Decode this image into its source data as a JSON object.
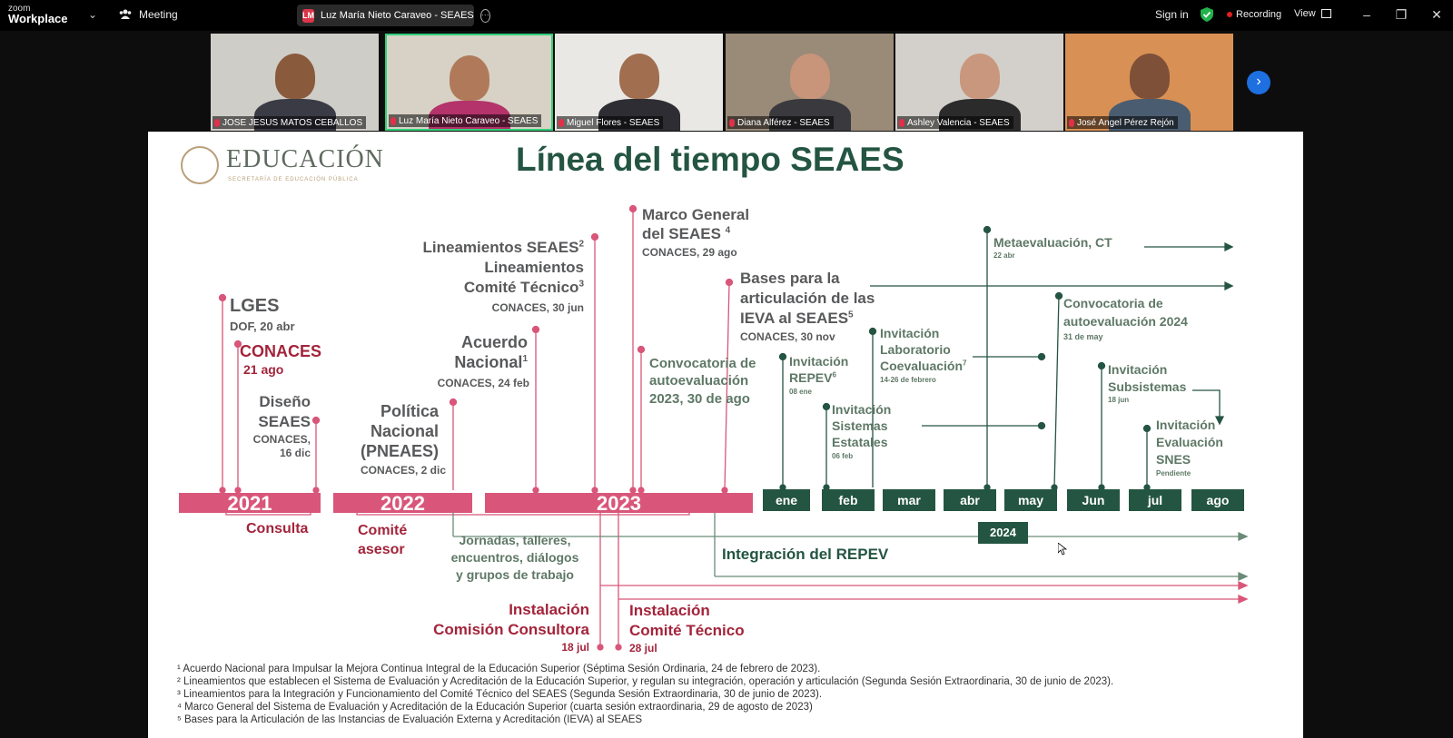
{
  "app": {
    "logo_line1": "zoom",
    "logo_line2": "Workplace",
    "meeting_label": "Meeting",
    "tab_initials": "LM",
    "tab_title": "Luz María Nieto Caraveo - SEAES",
    "sign_in": "Sign in",
    "recording": "Recording",
    "view": "View",
    "brand_color": "#2d8cff",
    "rec_color": "#e02020"
  },
  "participants": [
    {
      "name": "JOSE JESUS MATOS CEBALLOS",
      "bg": "#cfcdc8",
      "skin": "#8a5a3c",
      "shirt": "#3b3b46"
    },
    {
      "name": "Luz María Nieto Caraveo - SEAES",
      "bg": "#d8d2c6",
      "skin": "#b07a5a",
      "shirt": "#b3336a",
      "active": true
    },
    {
      "name": "Miguel Flores - SEAES",
      "bg": "#e9e8e4",
      "skin": "#a16e50",
      "shirt": "#2d2d33"
    },
    {
      "name": "Diana Alférez - SEAES",
      "bg": "#9a8a78",
      "skin": "#c8947a",
      "shirt": "#3a3a3e"
    },
    {
      "name": "Ashley Valencia - SEAES",
      "bg": "#d3d0cb",
      "skin": "#c9977d",
      "shirt": "#2b2b2b"
    },
    {
      "name": "José Angel Pérez Rejón",
      "bg": "#d99055",
      "skin": "#7d5037",
      "shirt": "#4a5c70"
    }
  ],
  "slide": {
    "logo_text": "EDUCACIÓN",
    "logo_sub": "SECRETARÍA DE EDUCACIÓN PÚBLICA",
    "title": "Línea del tiempo SEAES",
    "years": [
      "2021",
      "2022",
      "2023"
    ],
    "months": [
      "ene",
      "feb",
      "mar",
      "abr",
      "may",
      "Jun",
      "jul",
      "ago"
    ],
    "year_2024": "2024",
    "events": {
      "lges": "LGES",
      "lges_date": "DOF, 20 abr",
      "conaces": "CONACES",
      "conaces_date": "21 ago",
      "diseno_1": "Diseño",
      "diseno_2": "SEAES",
      "diseno_date_1": "CONACES,",
      "diseno_date_2": "16 dic",
      "politica_1": "Política",
      "politica_2": "Nacional",
      "politica_3": "(PNEAES)",
      "politica_date": "CONACES, 2 dic",
      "acuerdo_1": "Acuerdo",
      "acuerdo_2": "Nacional",
      "acuerdo_sup": "1",
      "acuerdo_date": "CONACES, 24 feb",
      "lineamientos_1": "Lineamientos SEAES",
      "lineamientos_sup1": "2",
      "lineamientos_2": "Lineamientos",
      "lineamientos_3": "Comité Técnico",
      "lineamientos_sup3": "3",
      "lineamientos_date": "CONACES, 30 jun",
      "marco_1": "Marco General",
      "marco_2": "del SEAES",
      "marco_sup": "4",
      "marco_date": "CONACES, 29 ago",
      "conv2023_1": "Convocatoria de",
      "conv2023_2": "autoevaluación",
      "conv2023_3": "2023, 30 de ago",
      "bases_1": "Bases para la",
      "bases_2": "articulación de las",
      "bases_3": "IEVA al SEAES",
      "bases_sup": "5",
      "bases_date": "CONACES, 30 nov",
      "repev_1": "Invitación",
      "repev_2": "REPEV",
      "repev_sup": "6",
      "repev_date": "08 ene",
      "sistemas_1": "Invitación",
      "sistemas_2": "Sistemas",
      "sistemas_3": "Estatales",
      "sistemas_date": "06 feb",
      "lab_1": "Invitación",
      "lab_2": "Laboratorio",
      "lab_3": "Coevaluación",
      "lab_sup": "7",
      "lab_date": "14-26 de febrero",
      "meta": "Metaevaluación, CT",
      "meta_date": "22 abr",
      "conv2024_1": "Convocatoria de",
      "conv2024_2": "autoevaluación 2024",
      "conv2024_date": "31 de may",
      "subs_1": "Invitación",
      "subs_2": "Subsistemas",
      "subs_date": "18 jun",
      "snes_1": "Invitación",
      "snes_2": "Evaluación",
      "snes_3": "SNES",
      "snes_date": "Pendiente",
      "consulta": "Consulta",
      "comite_1": "Comité",
      "comite_2": "asesor",
      "jornadas_1": "Jornadas, talleres,",
      "jornadas_2": "encuentros, diálogos",
      "jornadas_3": "y grupos de trabajo",
      "integracion": "Integración del REPEV",
      "comision_1": "Instalación",
      "comision_2": "Comisión Consultora",
      "comision_date": "18 jul",
      "comitetec_1": "Instalación",
      "comitetec_2": "Comité Técnico",
      "comitetec_date": "28 jul"
    },
    "footnotes": [
      "¹ Acuerdo Nacional para Impulsar la Mejora Continua Integral de la Educación Superior (Séptima Sesión Ordinaria, 24 de febrero de 2023).",
      "² Lineamientos que establecen el Sistema de Evaluación y Acreditación de la Educación Superior, y regulan su integración, operación y articulación (Segunda Sesión Extraordinaria, 30 de junio de 2023).",
      "³ Lineamientos para la Integración y Funcionamiento del Comité Técnico del SEAES (Segunda Sesión Extraordinaria, 30 de junio de 2023).",
      "⁴ Marco General del Sistema de Evaluación y Acreditación de la Educación Superior (cuarta sesión extraordinaria, 29 de agosto de 2023)",
      "⁵ Bases para la Articulación de las Instancias de Evaluación Externa y Acreditación (IEVA) al SEAES"
    ],
    "colors": {
      "pink": "#d9567a",
      "dark_pink": "#a3243b",
      "green": "#245542",
      "gray_text": "#58595b"
    }
  }
}
